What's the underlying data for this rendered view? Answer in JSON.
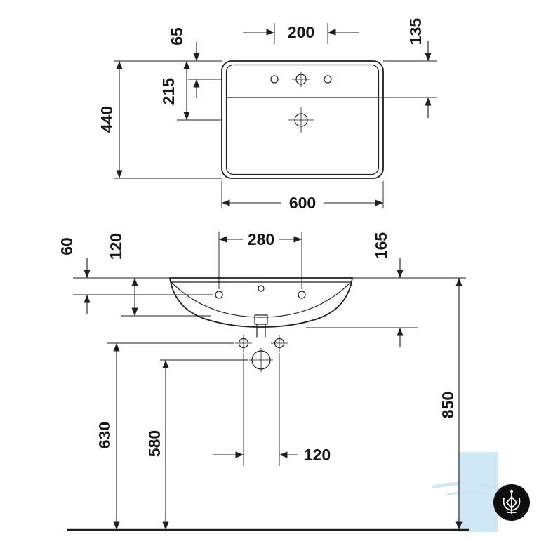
{
  "drawing": {
    "top_view": {
      "dim_tap_hole_spacing": "200",
      "dim_edge_to_tap_holes": "65",
      "dim_edge_to_basin_wall": "135",
      "dim_edge_to_drain": "215",
      "dim_depth": "440",
      "dim_width": "600"
    },
    "front_view": {
      "dim_tap_hole_spacing": "280",
      "dim_rim_to_tap_line": "60",
      "dim_rim_to_basin_bottom": "120",
      "dim_rim_to_body_bottom": "165",
      "dim_floor_to_rim": "850",
      "dim_floor_to_fixing_holes": "630",
      "dim_floor_to_outlet": "580",
      "dim_fixing_hole_spacing": "120"
    },
    "colors": {
      "line": "#1f1f1f",
      "background": "#ffffff"
    }
  },
  "watermark": {
    "panel_color": "#cfe8f5",
    "logo_background": "#0e0e0e",
    "logo_ornament_color": "#ffffff"
  }
}
